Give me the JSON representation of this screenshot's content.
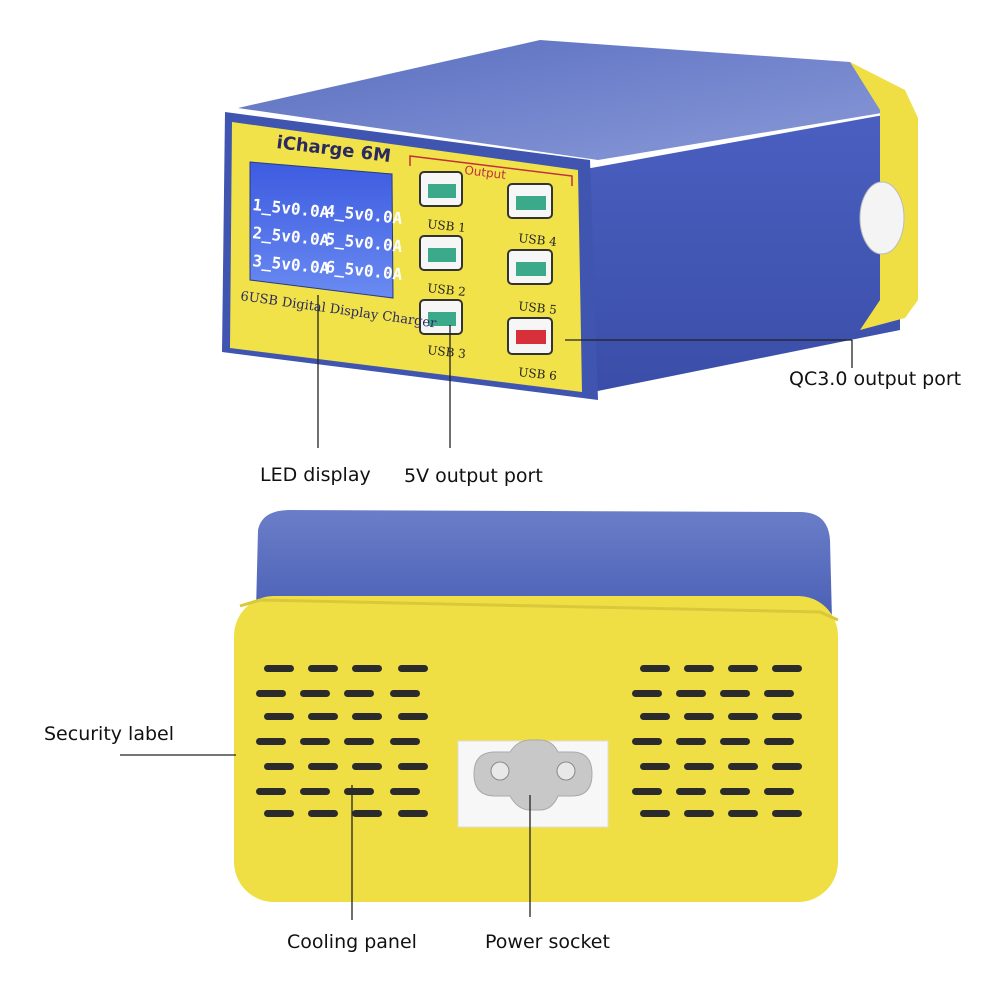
{
  "product": {
    "brand": "iCharge 6M",
    "subtitle": "6USB Digital Display Charger",
    "output_header": "Output",
    "lcd_rows": [
      {
        "port": "1",
        "volts": "5v",
        "amps": "0.0A"
      },
      {
        "port": "4",
        "volts": "5v",
        "amps": "0.0A"
      },
      {
        "port": "2",
        "volts": "5v",
        "amps": "0.0A"
      },
      {
        "port": "5",
        "volts": "5v",
        "amps": "0.0A"
      },
      {
        "port": "3",
        "volts": "5v",
        "amps": "0.0A"
      },
      {
        "port": "6",
        "volts": "5v",
        "amps": "0.0A"
      }
    ],
    "ports": [
      "USB 1",
      "USB 2",
      "USB 3",
      "USB 4",
      "USB 5",
      "USB 6"
    ]
  },
  "callouts": {
    "qc": "QC3.0 output port",
    "led": "LED display",
    "v5": "5V output port",
    "security": "Security label",
    "cooling": "Cooling panel",
    "power": "Power socket"
  },
  "colors": {
    "body_blue": "#4a5fb5",
    "panel_yellow": "#f0e04a",
    "lcd_blue": "#4a6be0",
    "usb_green": "#3aaa8a",
    "qc_red": "#d8303a"
  }
}
